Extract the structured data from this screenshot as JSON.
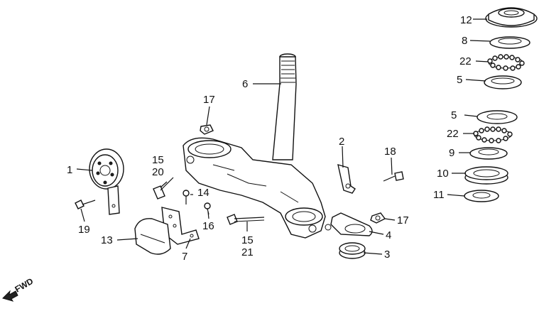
{
  "diagram": {
    "direction_label": "FWD",
    "callouts": {
      "n1": "1",
      "n2": "2",
      "n3": "3",
      "n4": "4",
      "n5_top": "5",
      "n5_mid": "5",
      "n6": "6",
      "n7": "7",
      "n8": "8",
      "n9": "9",
      "n10": "10",
      "n11": "11",
      "n12": "12",
      "n13": "13",
      "n14": "14",
      "n15_upper": "15",
      "n20": "20",
      "n15_lower": "15",
      "n21": "21",
      "n16": "16",
      "n17_upper": "17",
      "n17_right": "17",
      "n18": "18",
      "n19": "19",
      "n22_top": "22",
      "n22_mid": "22"
    }
  }
}
